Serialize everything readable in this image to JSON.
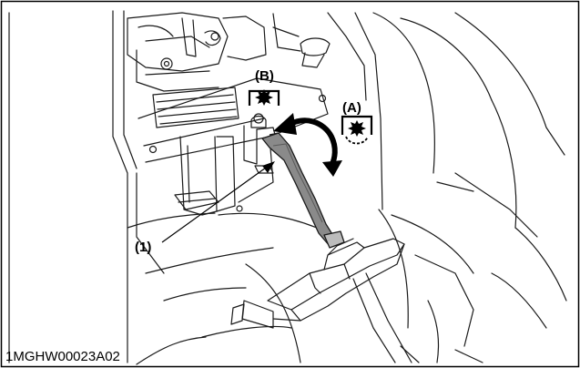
{
  "diagram": {
    "callouts": {
      "part_1": "(1)",
      "position_a": "(A)",
      "position_b": "(B)"
    },
    "figure_id": "1MGHW00023A02",
    "colors": {
      "line": "#1a1a1a",
      "part_fill": "#8a8a8a",
      "frame": "#000000"
    },
    "icons": {
      "position_a": "engaged-lock-icon",
      "position_b": "released-lock-icon",
      "motion": "curved-double-arrow-icon"
    }
  }
}
